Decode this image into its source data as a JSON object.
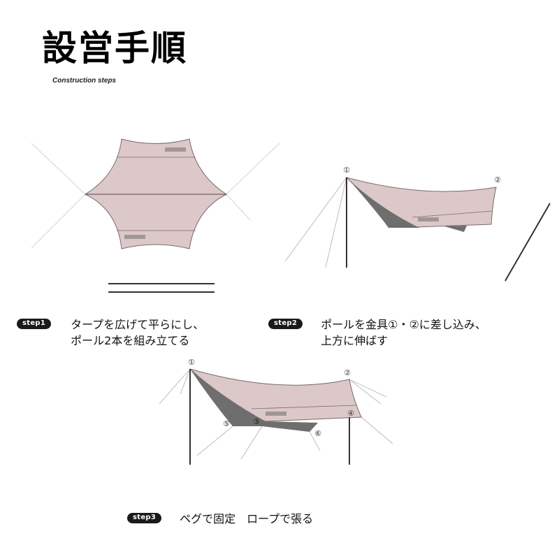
{
  "header": {
    "title": "設営手順",
    "subtitle": "Construction steps"
  },
  "steps": [
    {
      "badge": "step1",
      "lines": [
        "タープを広げて平らにし、",
        "ポール2本を組み立てる"
      ]
    },
    {
      "badge": "step2",
      "lines": [
        "ポールを金具①・②に差し込み、",
        "上方に伸ばす"
      ]
    },
    {
      "badge": "step3",
      "lines": [
        "ペグで固定　ロープで張る"
      ]
    }
  ],
  "figures": {
    "step2_labels": [
      "①",
      "②"
    ],
    "step3_labels": [
      "①",
      "②",
      "③",
      "④",
      "⑤",
      "⑥"
    ]
  },
  "colors": {
    "tarp": "#dcc8c8",
    "tarp_shadow": "#6e6e6e",
    "outline": "#5a4a4a",
    "pole": "#3a3030",
    "rope": "#c8c8c8",
    "badge_bg": "#1a1a1a"
  }
}
